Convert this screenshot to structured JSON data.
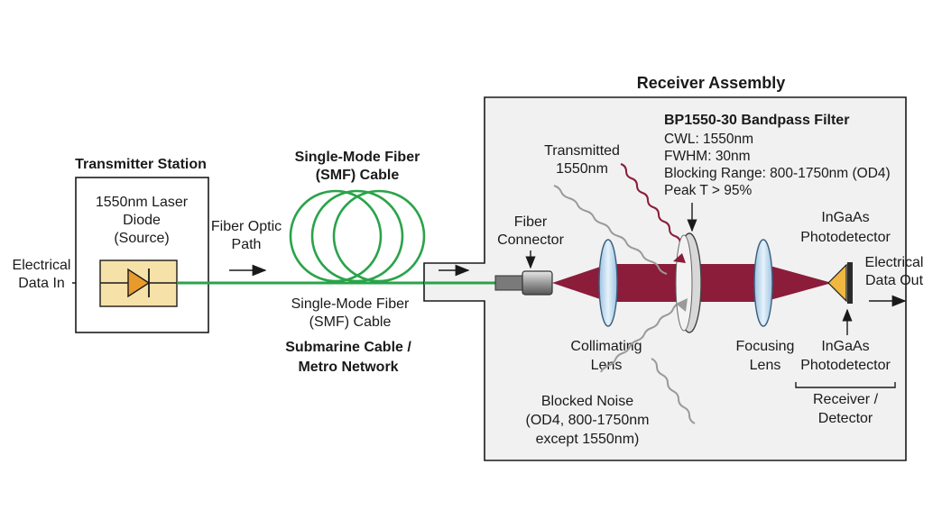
{
  "colors": {
    "fiber": "#2aa34a",
    "beam": "#8b1c3a",
    "laser_box": "#f6e2a8",
    "diode": "#e99a2c",
    "receiver_bg": "#f1f1f1",
    "lens": "#bcd8ee",
    "noise": "#9a9a9a",
    "transmitted": "#8b1c3a",
    "photodetector": "#f0b840"
  },
  "icons": [
    "laser-diode-icon",
    "fiber-coil-icon",
    "fiber-connector-icon",
    "collimating-lens-icon",
    "bandpass-filter-icon",
    "focusing-lens-icon",
    "photodetector-icon"
  ],
  "electrical_in": [
    "Electrical",
    "Data In"
  ],
  "transmitter": {
    "title": "Transmitter Station",
    "laser_label": [
      "1550nm Laser",
      "Diode",
      "(Source)"
    ]
  },
  "fiber_path": [
    "Fiber Optic",
    "Path"
  ],
  "smf_top": [
    "Single-Mode Fiber",
    "(SMF) Cable"
  ],
  "smf_bottom": [
    "Single-Mode Fiber",
    "(SMF) Cable"
  ],
  "submarine": [
    "Submarine Cable /",
    "Metro Network"
  ],
  "receiver": {
    "title": "Receiver Assembly",
    "fiber_connector": [
      "Fiber",
      "Connector"
    ],
    "transmitted": [
      "Transmitted",
      "1550nm"
    ],
    "filter": {
      "title": "BP1550-30 Bandpass Filter",
      "specs": [
        "CWL: 1550nm",
        "FWHM: 30nm",
        "Blocking Range: 800-1750nm (OD4)",
        "Peak T > 95%"
      ]
    },
    "collimating_lens": [
      "Collimating",
      "Lens"
    ],
    "focusing_lens": [
      "Focusing",
      "Lens"
    ],
    "blocked_noise": [
      "Blocked Noise",
      "(OD4, 800-1750nm",
      "except 1550nm)"
    ],
    "photodetector_top": [
      "InGaAs",
      "Photodetector"
    ],
    "photodetector_bottom": [
      "InGaAs",
      "Photodetector"
    ],
    "receiver_detector": [
      "Receiver /",
      "Detector"
    ]
  },
  "electrical_out": [
    "Electrical",
    "Data Out"
  ]
}
